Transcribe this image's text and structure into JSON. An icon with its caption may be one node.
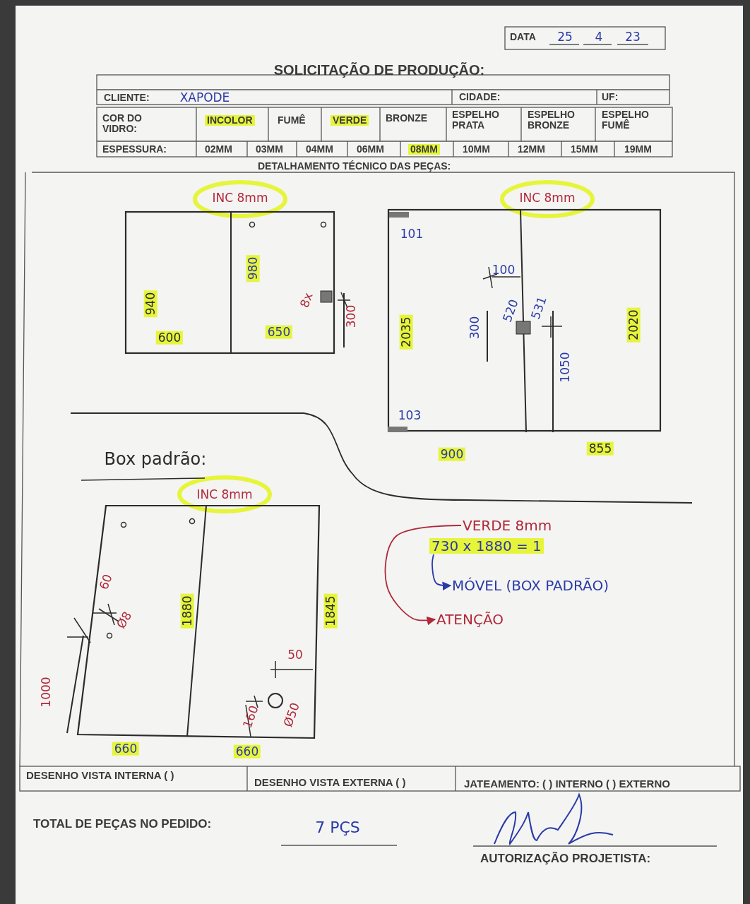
{
  "diagram": {
    "title": "SOLICITAÇÃO DE PRODUÇÃO:",
    "nodes": [
      {
        "text": [
          "VERDE 8mm"
        ]
      },
      {
        "text": [
          "730 x 1880 = 1"
        ]
      },
      {
        "text": [
          "MÓVEL (BOX PADRÃO)"
        ]
      },
      {
        "text": [
          "ATENÇÃO"
        ]
      }
    ],
    "edges": [
      {
        "from": 0,
        "to": 3,
        "arrow": "to",
        "color": "#b0283a"
      },
      {
        "from": 1,
        "to": 2,
        "arrow": "to",
        "color": "#2a3aa8"
      }
    ],
    "labels": [
      "DATA",
      "25",
      "4",
      "23",
      "CLIENTE:",
      "XAPODE",
      "CIDADE:",
      "UF:",
      "COR DO VIDRO:",
      "INCOLOR",
      "FUMÊ",
      "VERDE",
      "BRONZE",
      "ESPELHO PRATA",
      "ESPELHO BRONZE",
      "ESPELHO FUMÊ",
      "ESPESSURA:",
      "02MM",
      "03MM",
      "04MM",
      "06MM",
      "08MM",
      "10MM",
      "12MM",
      "15MM",
      "19MM",
      "DETALHAMENTO TÉCNICO DAS PEÇAS:",
      "INC 8mm",
      "940",
      "980",
      "600",
      "650",
      "8x",
      "300",
      "INC 8mm",
      "101",
      "100",
      "2035",
      "300",
      "520",
      "531",
      "2020",
      "1050",
      "103",
      "900",
      "855",
      "Box padrão:",
      "INC 8mm",
      "60",
      "Ø8",
      "1880",
      "1845",
      "50",
      "1000",
      "160",
      "Ø50",
      "660",
      "660",
      "DESENHO VISTA INTERNA ( )",
      "DESENHO VISTA EXTERNA ( )",
      "JATEAMENTO: ( ) INTERNO ( ) EXTERNO",
      "TOTAL DE PEÇAS NO PEDIDO:",
      "7 PÇS",
      "AUTORIZAÇÃO PROJETISTA:"
    ]
  }
}
